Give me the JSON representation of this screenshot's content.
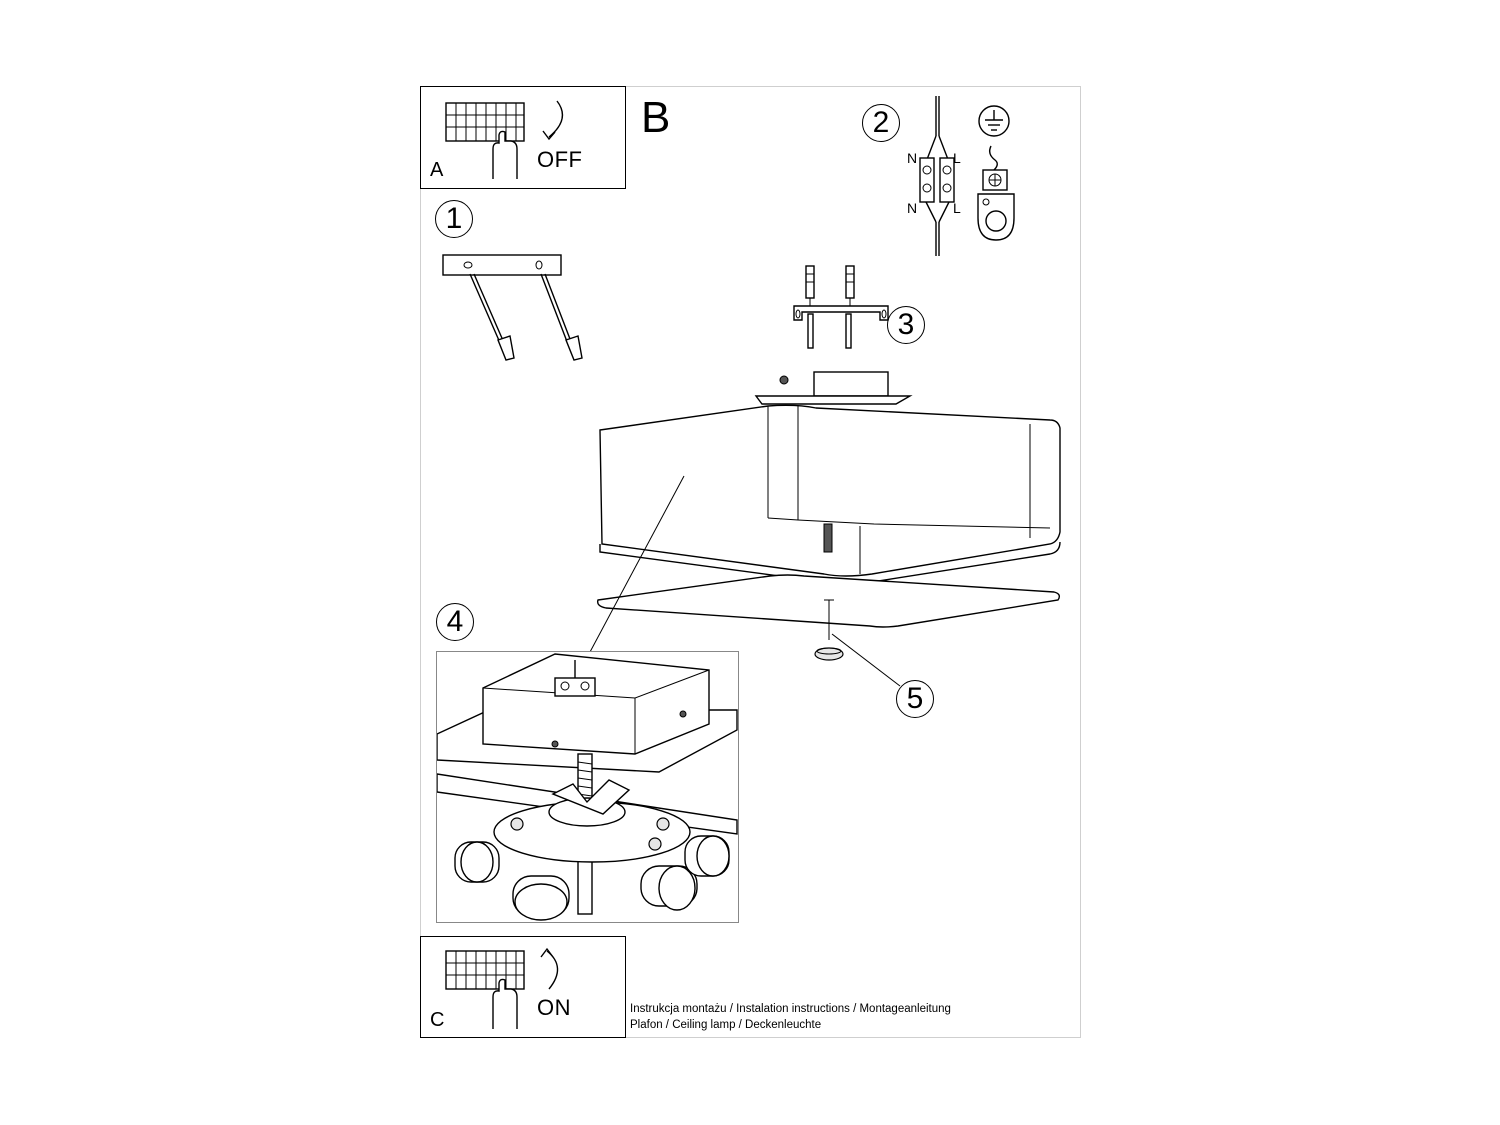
{
  "panels": {
    "a": {
      "letter": "A",
      "state": "OFF",
      "icon": "switch-off-icon"
    },
    "c": {
      "letter": "C",
      "state": "ON",
      "icon": "switch-on-icon"
    }
  },
  "section_b": {
    "letter": "B"
  },
  "steps": [
    "1",
    "2",
    "3",
    "4",
    "5"
  ],
  "wiring": {
    "n_top": "N",
    "l_top": "L",
    "n_bottom": "N",
    "l_bottom": "L",
    "ground_icon": "ground-symbol-icon"
  },
  "footer": {
    "line1": "Instrukcja montażu / Instalation instructions / Montageanleitung",
    "line2": "Plafon / Ceiling lamp / Deckenleuchte"
  }
}
